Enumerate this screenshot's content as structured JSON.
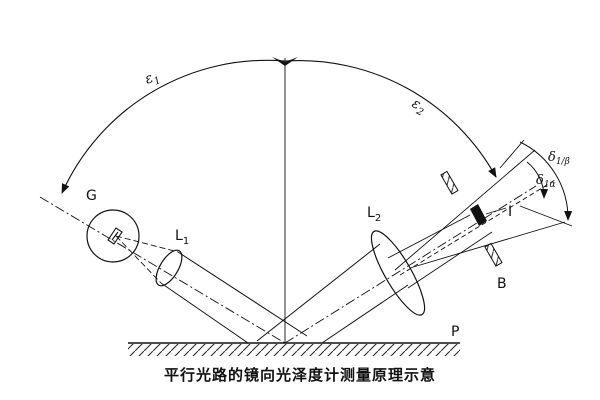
{
  "labels": {
    "G": "G",
    "L1_main": "L",
    "L1_sub": "1",
    "L2_main": "L",
    "L2_sub": "2",
    "eps1_main": "ε",
    "eps1_sub": "1",
    "eps2_main": "ε",
    "eps2_sub": "2",
    "delta_a_main": "δ",
    "delta_a_sub": "1α",
    "delta_b_main": "δ",
    "delta_b_sub": "1/β",
    "I": "I",
    "B": "B",
    "P": "P"
  },
  "caption": "平行光路的镜向光泽度计测量原理示意"
}
